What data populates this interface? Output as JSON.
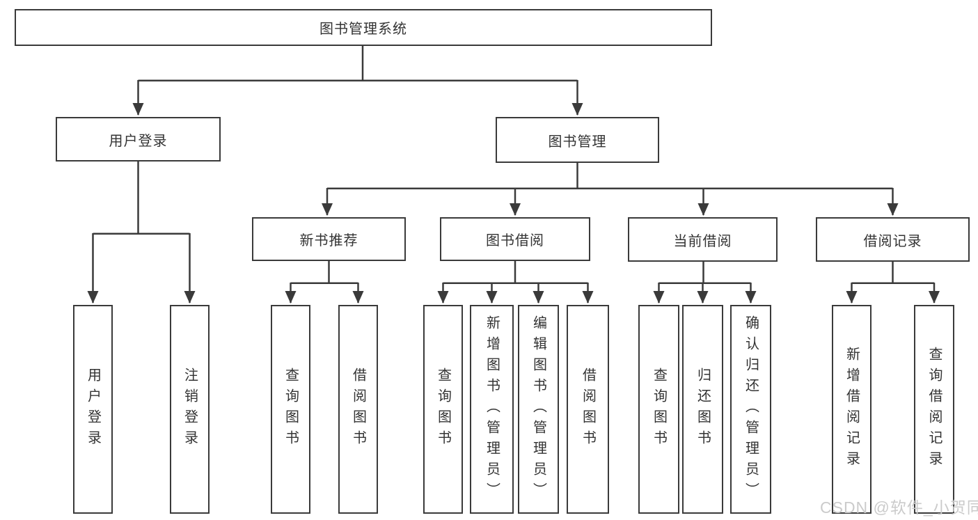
{
  "diagram": {
    "title_node": {
      "label": "图书管理系统"
    },
    "level2": [
      {
        "label": "用户登录",
        "children": [
          {
            "label": "用户登录"
          },
          {
            "label": "注销登录"
          }
        ]
      },
      {
        "label": "图书管理"
      }
    ],
    "level3": [
      {
        "label": "新书推荐",
        "children": [
          {
            "label": "查询图书"
          },
          {
            "label": "借阅图书"
          }
        ]
      },
      {
        "label": "图书借阅",
        "children": [
          {
            "label": "查询图书"
          },
          {
            "label": "新增图书（管理员）"
          },
          {
            "label": "编辑图书（管理员）"
          },
          {
            "label": "借阅图书"
          }
        ]
      },
      {
        "label": "当前借阅",
        "children": [
          {
            "label": "查询图书"
          },
          {
            "label": "归还图书"
          },
          {
            "label": "确认归还（管理员）"
          }
        ]
      },
      {
        "label": "借阅记录",
        "children": [
          {
            "label": "新增借阅记录"
          },
          {
            "label": "查询借阅记录"
          }
        ]
      }
    ]
  },
  "watermark": {
    "text": "CSDN @软件_小贺同学"
  },
  "colors": {
    "line": "#3a3a3a",
    "text": "#333333",
    "background": "#ffffff",
    "watermark": "#cbcbcb"
  }
}
